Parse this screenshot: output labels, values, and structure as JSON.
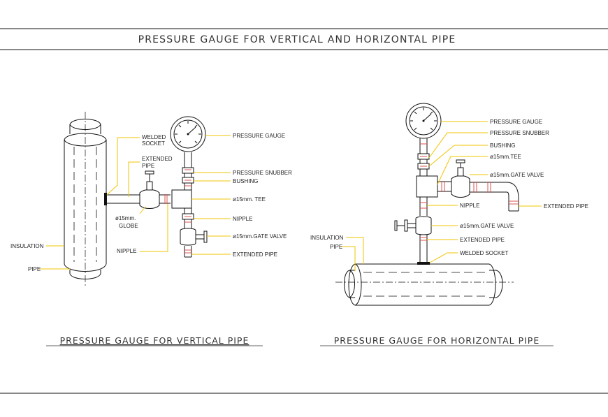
{
  "title": "PRESSURE GAUGE FOR VERTICAL AND HORIZONTAL PIPE",
  "vertical": {
    "caption": "PRESSURE GAUGE FOR VERTICAL PIPE",
    "labels": {
      "welded_socket_1": "WELDED",
      "welded_socket_2": "SOCKET",
      "extended_pipe_1": "EXTENDED",
      "extended_pipe_2": "PIPE",
      "globe_1": "ø15mm.",
      "globe_2": "GLOBE",
      "nipple": "NIPPLE",
      "insulation": "INSULATION",
      "pipe": "PIPE",
      "pressure_gauge": "PRESSURE GAUGE",
      "pressure_snubber": "PRESSURE SNUBBER",
      "bushing": "BUSHING",
      "tee": "ø15mm. TEE",
      "nipple_right": "NIPPLE",
      "gate_valve": "ø15mm.GATE VALVE",
      "extended_pipe": "EXTENDED PIPE"
    }
  },
  "horizontal": {
    "caption": "PRESSURE GAUGE FOR HORIZONTAL PIPE",
    "labels": {
      "pressure_gauge": "PRESSURE GAUGE",
      "pressure_snubber": "PRESSURE SNUBBER",
      "bushing": "BUSHING",
      "tee": "ø15mm.TEE",
      "gate_valve_top": "ø15mm.GATE VALVE",
      "extended_pipe_right": "EXTENDED PIPE",
      "nipple": "NIPPLE",
      "gate_valve": "ø15mm.GATE VALVE",
      "extended_pipe": "EXTENDED PIPE",
      "welded_socket": "WELDED SOCKET",
      "insulation": "INSULATION",
      "pipe": "PIPE"
    }
  }
}
